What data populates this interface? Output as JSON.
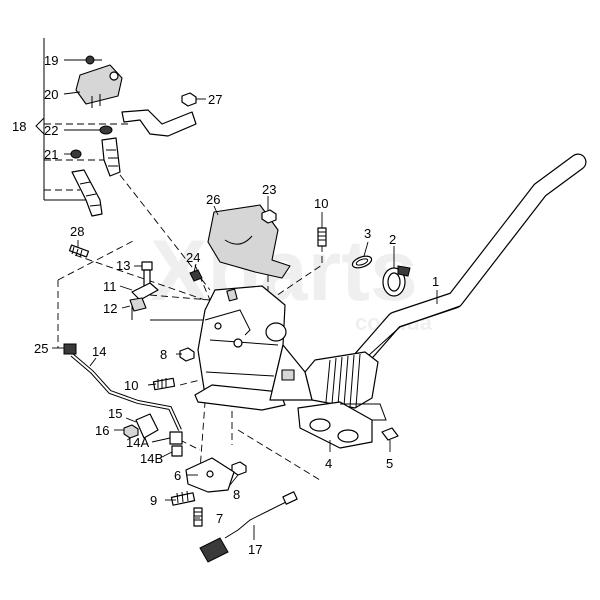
{
  "watermark": {
    "brand": "Xparts",
    "domain": "com.ua"
  },
  "callouts": {
    "c1": "1",
    "c2": "2",
    "c3": "3",
    "c4": "4",
    "c5": "5",
    "c6": "6",
    "c7": "7",
    "c8a": "8",
    "c8b": "8",
    "c9": "9",
    "c10a": "10",
    "c10b": "10",
    "c11": "11",
    "c12": "12",
    "c13": "13",
    "c14": "14",
    "c14a": "14A",
    "c14b": "14B",
    "c15": "15",
    "c16": "16",
    "c17": "17",
    "c18": "18",
    "c19": "19",
    "c20": "20",
    "c21": "21",
    "c22": "22",
    "c23": "23",
    "c24": "24",
    "c25": "25",
    "c26": "26",
    "c27": "27",
    "c28": "28"
  }
}
